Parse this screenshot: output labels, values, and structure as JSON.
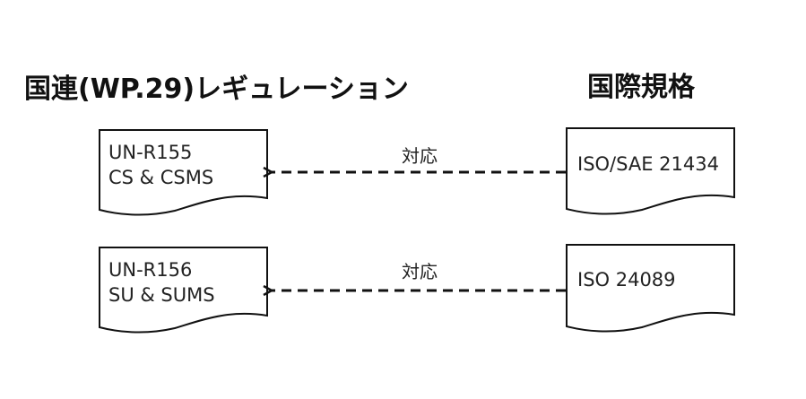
{
  "headings": {
    "left": "国連(WP.29)レギュレーション",
    "right": "国際規格"
  },
  "rows": [
    {
      "un_document": [
        "UN-R155",
        "CS & CSMS"
      ],
      "relation_label": "対応",
      "iso_document": "ISO/SAE 21434"
    },
    {
      "un_document": [
        "UN-R156",
        "SU & SUMS"
      ],
      "relation_label": "対応",
      "iso_document": "ISO 24089"
    }
  ]
}
